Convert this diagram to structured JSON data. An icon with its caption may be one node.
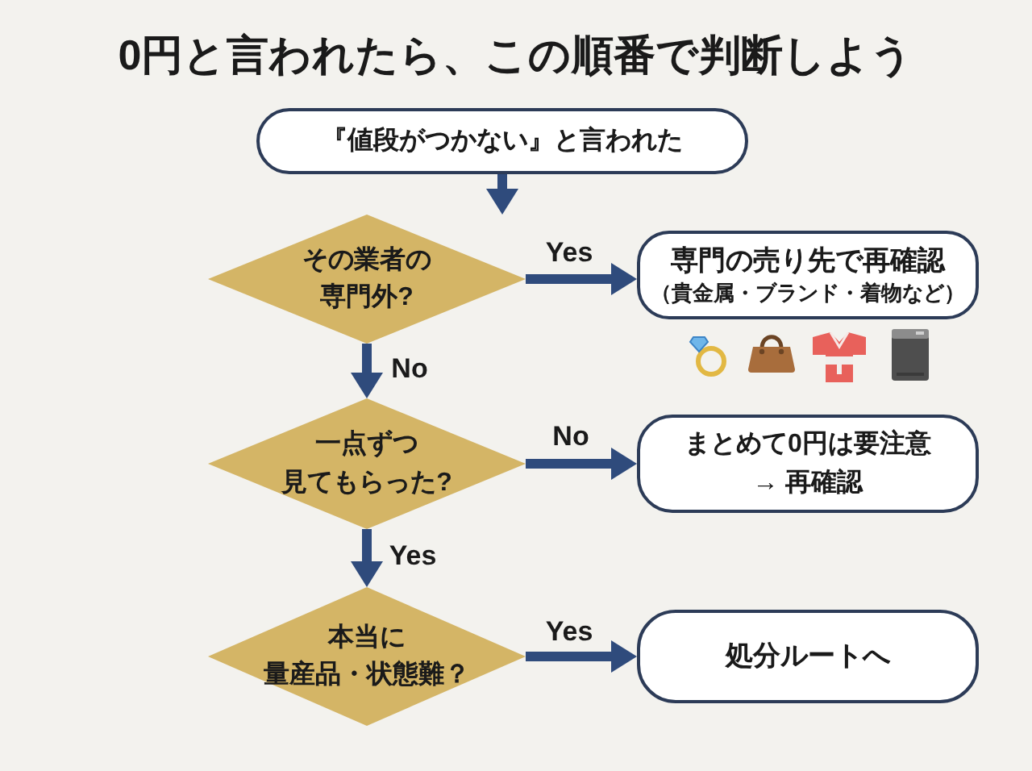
{
  "diagram": {
    "title": "0円と言われたら、この順番で判断しよう",
    "nodes": [
      {
        "text": [
          "『値段がつかない』と言われた"
        ]
      },
      {
        "text": [
          "その業者の専門外?"
        ]
      },
      {
        "text": [
          "専門の売り先で再確認",
          "（貴金属・ブランド・着物など）"
        ]
      },
      {
        "text": [
          "一点ずつ見てもらった?"
        ]
      },
      {
        "text": [
          "まとめて0円は要注意→ 再確認"
        ]
      },
      {
        "text": [
          "本当に量産品・状態難？"
        ]
      },
      {
        "text": [
          "処分ルートへ"
        ]
      }
    ],
    "edges": [
      {
        "from": 0,
        "to": 1,
        "arrow": "to"
      },
      {
        "from": 1,
        "to": 2,
        "arrow": "to",
        "label": "Yes"
      },
      {
        "from": 1,
        "to": 3,
        "arrow": "to",
        "label": "No"
      },
      {
        "from": 3,
        "to": 4,
        "arrow": "to",
        "label": "No"
      },
      {
        "from": 3,
        "to": 5,
        "arrow": "to",
        "label": "Yes"
      },
      {
        "from": 5,
        "to": 6,
        "arrow": "to",
        "label": "Yes"
      }
    ]
  }
}
